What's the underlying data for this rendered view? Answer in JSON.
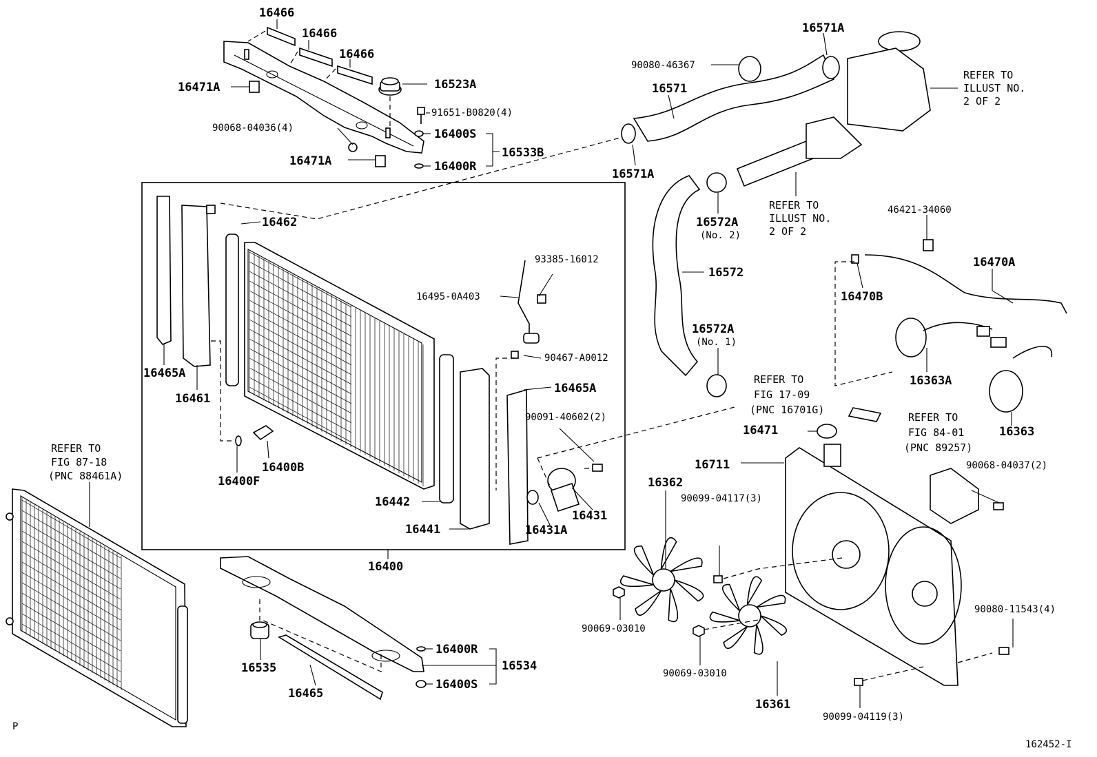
{
  "diagram_id": "162452-I",
  "page_marker": "P",
  "parts": {
    "p16466a": "16466",
    "p16466b": "16466",
    "p16466c": "16466",
    "p16471A_top": "16471A",
    "p16471A_mid": "16471A",
    "p16523A": "16523A",
    "p91651": "91651-B0820(4)",
    "p90068_04036": "90068-04036(4)",
    "p16400S_top": "16400S",
    "p16533B": "16533B",
    "p16400R_top": "16400R",
    "p90080_46367": "90080-46367",
    "p16571A_top": "16571A",
    "p16571": "16571",
    "p16571A_left": "16571A",
    "p16572A_no2": "16572A",
    "p16572A_no2_sub": "(No. 2)",
    "p16572": "16572",
    "p16572A_no1": "16572A",
    "p16572A_no1_sub": "(No. 1)",
    "p46421": "46421-34060",
    "p16470A": "16470A",
    "p16470B": "16470B",
    "p16363A": "16363A",
    "p16363": "16363",
    "p16462": "16462",
    "p93385": "93385-16012",
    "p16495": "16495-0A403",
    "p90467": "90467-A0012",
    "p16465A_left": "16465A",
    "p16461": "16461",
    "p16465A_right": "16465A",
    "p90091": "90091-40602(2)",
    "p16400B": "16400B",
    "p16400F": "16400F",
    "p16442": "16442",
    "p16441": "16441",
    "p16431A": "16431A",
    "p16431": "16431",
    "p16400": "16400",
    "p16471": "16471",
    "p16711": "16711",
    "p16362": "16362",
    "p90099_04117": "90099-04117(3)",
    "p90068_04037": "90068-04037(2)",
    "p90069_a": "90069-03010",
    "p90069_b": "90069-03010",
    "p16361": "16361",
    "p90080_11543": "90080-11543(4)",
    "p90099_04119": "90099-04119(3)",
    "p16535": "16535",
    "p16465": "16465",
    "p16400R_bot": "16400R",
    "p16534": "16534",
    "p16400S_bot": "16400S"
  },
  "refs": {
    "illust_top": [
      "REFER TO",
      "ILLUST NO.",
      "2 OF 2"
    ],
    "illust_mid": [
      "REFER TO",
      "ILLUST NO.",
      "2 OF 2"
    ],
    "fig17": [
      "REFER TO",
      "FIG 17-09",
      "(PNC 16701G)"
    ],
    "fig84": [
      "REFER TO",
      "FIG 84-01",
      "(PNC 89257)"
    ],
    "fig87": [
      "REFER TO",
      "FIG 87-18",
      "(PNC 88461A)"
    ]
  }
}
